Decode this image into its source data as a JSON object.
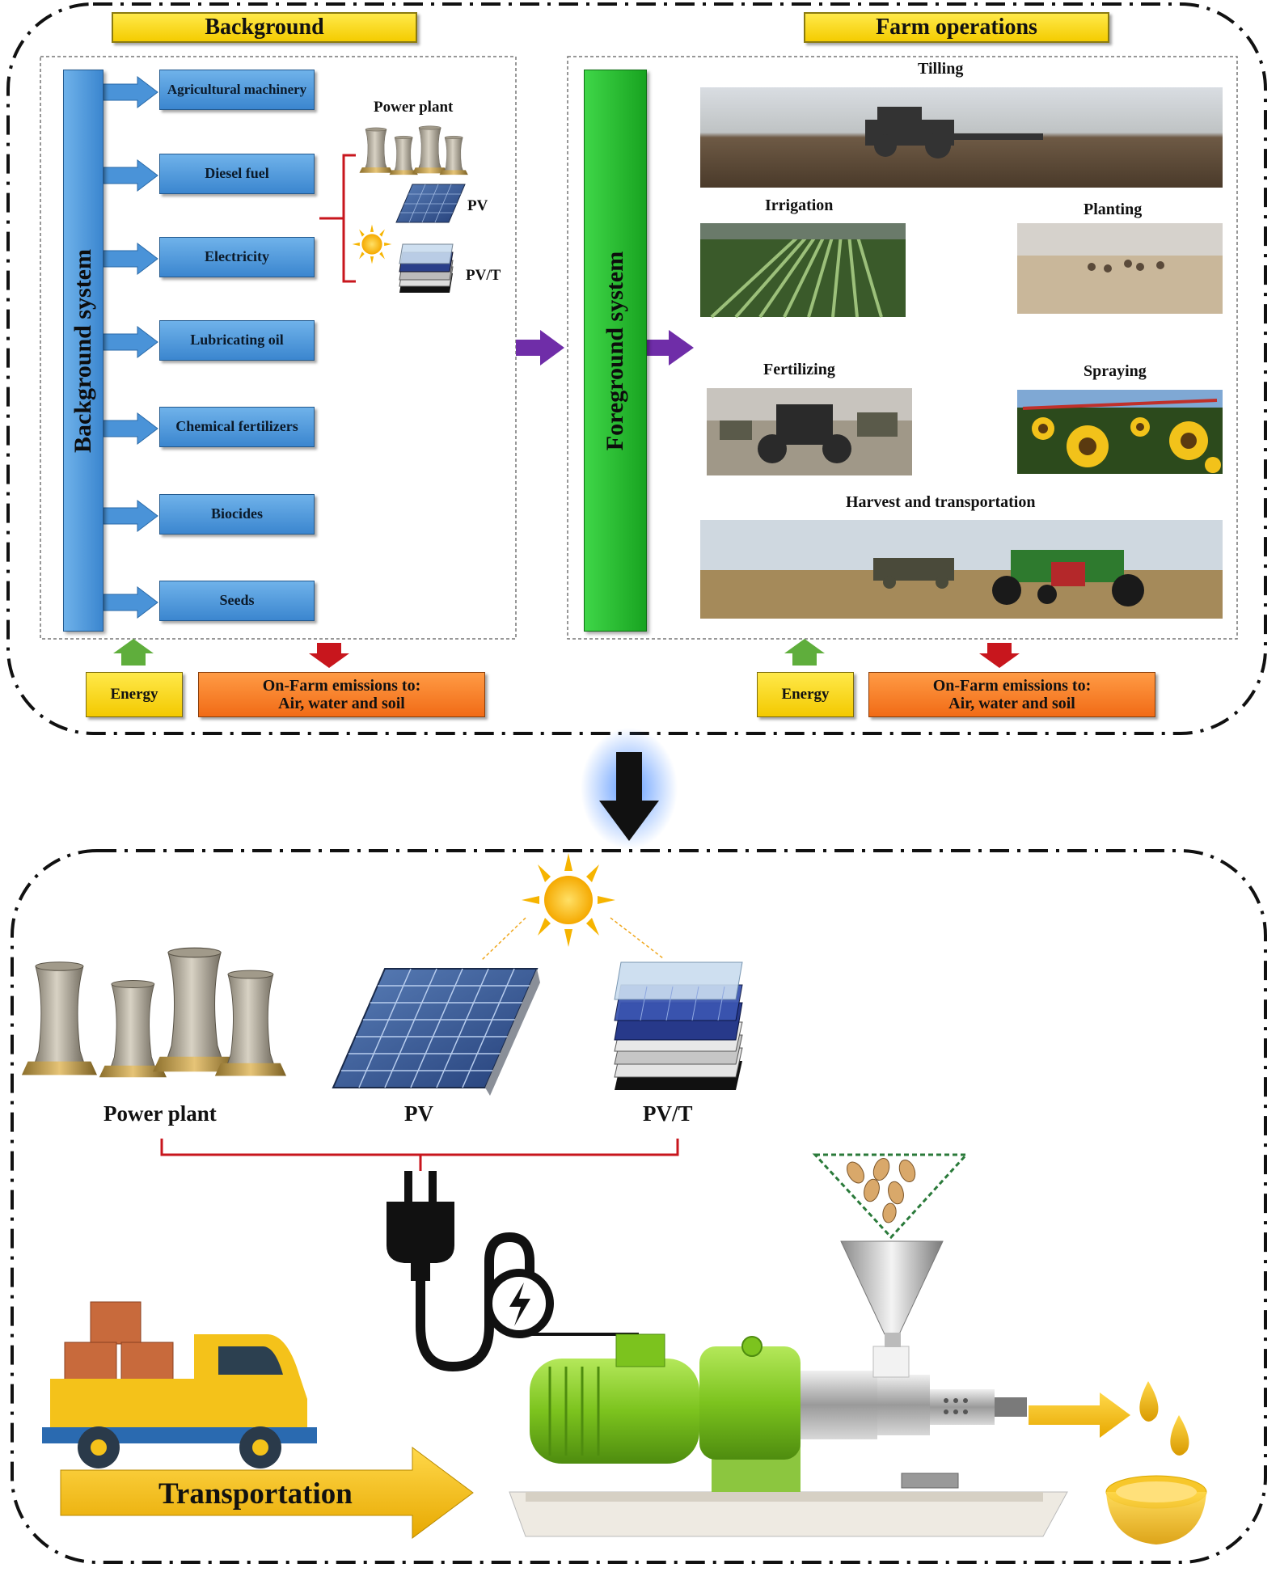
{
  "headers": {
    "background": "Background",
    "farm_operations": "Farm operations"
  },
  "background_system": {
    "title": "Background system",
    "inputs": [
      "Agricultural machinery",
      "Diesel fuel",
      "Electricity",
      "Lubricating oil",
      "Chemical fertilizers",
      "Biocides",
      "Seeds"
    ],
    "power_plant_label": "Power plant",
    "pv_label": "PV",
    "pvt_label": "PV/T"
  },
  "foreground_system": {
    "title": "Foreground system"
  },
  "farm_operations": {
    "tilling": "Tilling",
    "irrigation": "Irrigation",
    "planting": "Planting",
    "fertilizing": "Fertilizing",
    "spraying": "Spraying",
    "harvest": "Harvest and transportation"
  },
  "flows": {
    "energy_left": "Energy",
    "energy_right": "Energy",
    "emissions_left_line1": "On-Farm emissions to:",
    "emissions_left_line2": "Air, water and soil",
    "emissions_right_line1": "On-Farm emissions to:",
    "emissions_right_line2": "Air, water and soil"
  },
  "processing": {
    "power_plant": "Power plant",
    "pv": "PV",
    "pvt": "PV/T",
    "transportation": "Transportation"
  },
  "icons": [
    "sun-icon",
    "cooling-tower-icon",
    "solar-panel-icon",
    "pvt-stack-icon",
    "power-plug-icon",
    "delivery-truck-icon",
    "oil-press-icon",
    "seed-hopper-icon",
    "oil-drop-icon",
    "oil-bowl-icon"
  ],
  "colors": {
    "header_yellow": "#f7d417",
    "input_blue": "#4a93d8",
    "foreground_green": "#22c02a",
    "emission_orange": "#f57a22",
    "energy_yellow": "#f7d417",
    "flow_purple": "#6f2da8",
    "bracket_red": "#c8161d",
    "up_arrow_green": "#5fae3c",
    "down_arrow_red": "#c8161d"
  }
}
